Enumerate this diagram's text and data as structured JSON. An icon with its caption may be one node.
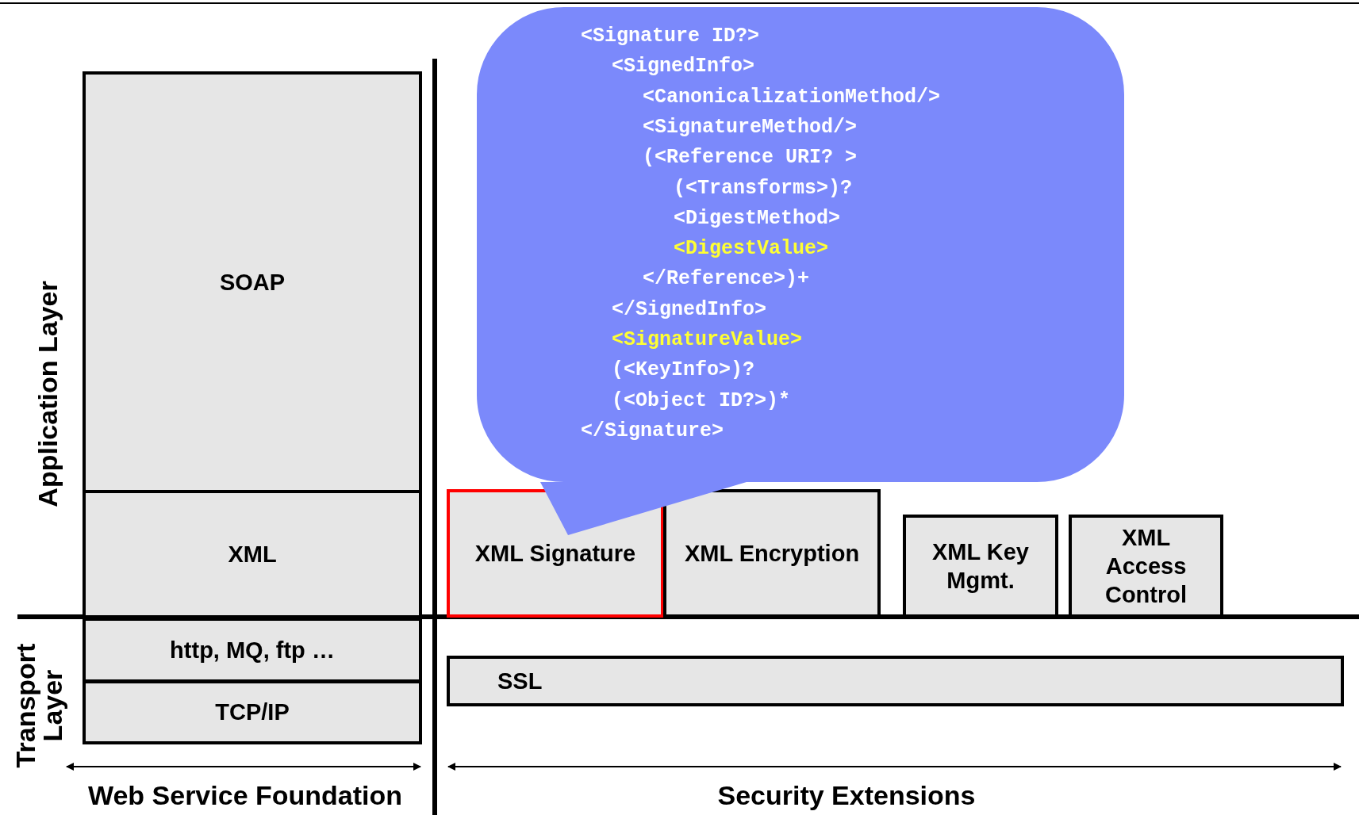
{
  "diagram": {
    "nodes": [
      {
        "text": [
          "SOAP"
        ]
      },
      {
        "text": [
          "XML"
        ]
      },
      {
        "text": [
          "http, MQ, ftp …"
        ]
      },
      {
        "text": [
          "TCP/IP"
        ]
      },
      {
        "text": [
          "XML Signature"
        ]
      },
      {
        "text": [
          "XML Encryption"
        ]
      },
      {
        "text": [
          "XML Key Mgmt."
        ]
      },
      {
        "text": [
          "XML Access Control"
        ]
      },
      {
        "text": [
          "SSL"
        ]
      },
      {
        "text": [
          "<Signature ID?>",
          "<SignedInfo>",
          "<CanonicalizationMethod/>",
          "<SignatureMethod/>",
          "(<Reference URI? >",
          "(<Transforms>)?",
          "<DigestMethod>",
          "<DigestValue>",
          "</Reference>)+",
          "</SignedInfo>",
          "<SignatureValue>",
          "(<KeyInfo>)?",
          "(<Object ID?>)*",
          "</Signature>"
        ]
      }
    ],
    "edges": [],
    "labels": [
      "Application Layer",
      "Transport Layer",
      "Web Service Foundation",
      "Security Extensions"
    ]
  }
}
